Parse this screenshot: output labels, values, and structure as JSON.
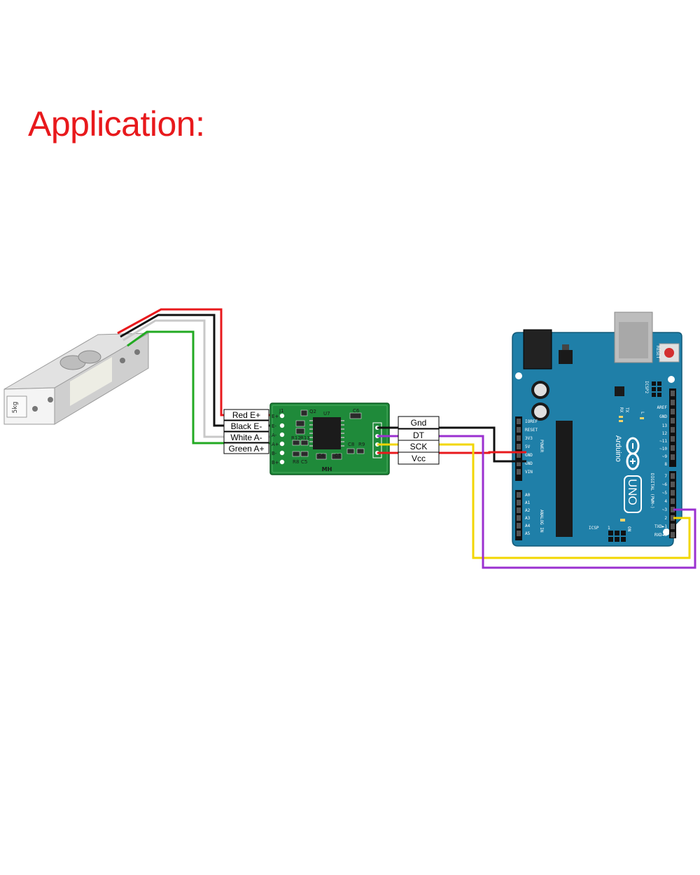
{
  "title": "Application:",
  "load_cell": {
    "marking": "5kg"
  },
  "load_cell_wires": [
    "Red E+",
    "Black E-",
    "White A-",
    "Green A+"
  ],
  "hx711_pins": [
    "Gnd",
    "DT",
    "SCK",
    "Vcc"
  ],
  "hx711_board": {
    "maker_mark": "MH",
    "component_labels": [
      "J1",
      "Q2",
      "U7",
      "C6",
      "R12",
      "R13",
      "C8",
      "R9",
      "R8",
      "C5",
      "C4",
      "C7",
      "E+",
      "E-",
      "A-",
      "A+",
      "B-",
      "B+"
    ]
  },
  "arduino": {
    "model": "UNO",
    "brand": "Arduino",
    "reset_label": "RESET",
    "icsp2_label": "ICSP2",
    "icsp_label": "ICSP",
    "tx_label": "TX",
    "rx_label": "RX",
    "l_label": "L",
    "on_label": "ON",
    "power_header_label": "POWER",
    "analog_header_label": "ANALOG IN",
    "digital_header_label": "DIGITAL (PWM~)",
    "power_pins": [
      "IOREF",
      "RESET",
      "3V3",
      "5V",
      "GND",
      "GND",
      "VIN"
    ],
    "analog_pins": [
      "A0",
      "A1",
      "A2",
      "A3",
      "A4",
      "A5"
    ],
    "digital_pins_top": [
      "AREF",
      "GND",
      "13",
      "12",
      "~11",
      "~10",
      "~9",
      "8"
    ],
    "digital_pins_bottom": [
      "7",
      "~6",
      "~5",
      "4",
      "~3",
      "2",
      "TXD►1",
      "RXD◄0"
    ]
  },
  "colors": {
    "title": "#e8191c",
    "wire_red": "#e8191c",
    "wire_black": "#111111",
    "wire_white": "#c8c8c8",
    "wire_green": "#22aa22",
    "wire_yellow": "#f2d600",
    "wire_purple": "#9b30d0",
    "arduino_board": "#1f7fa8",
    "hx711_board": "#1f8a3a"
  }
}
